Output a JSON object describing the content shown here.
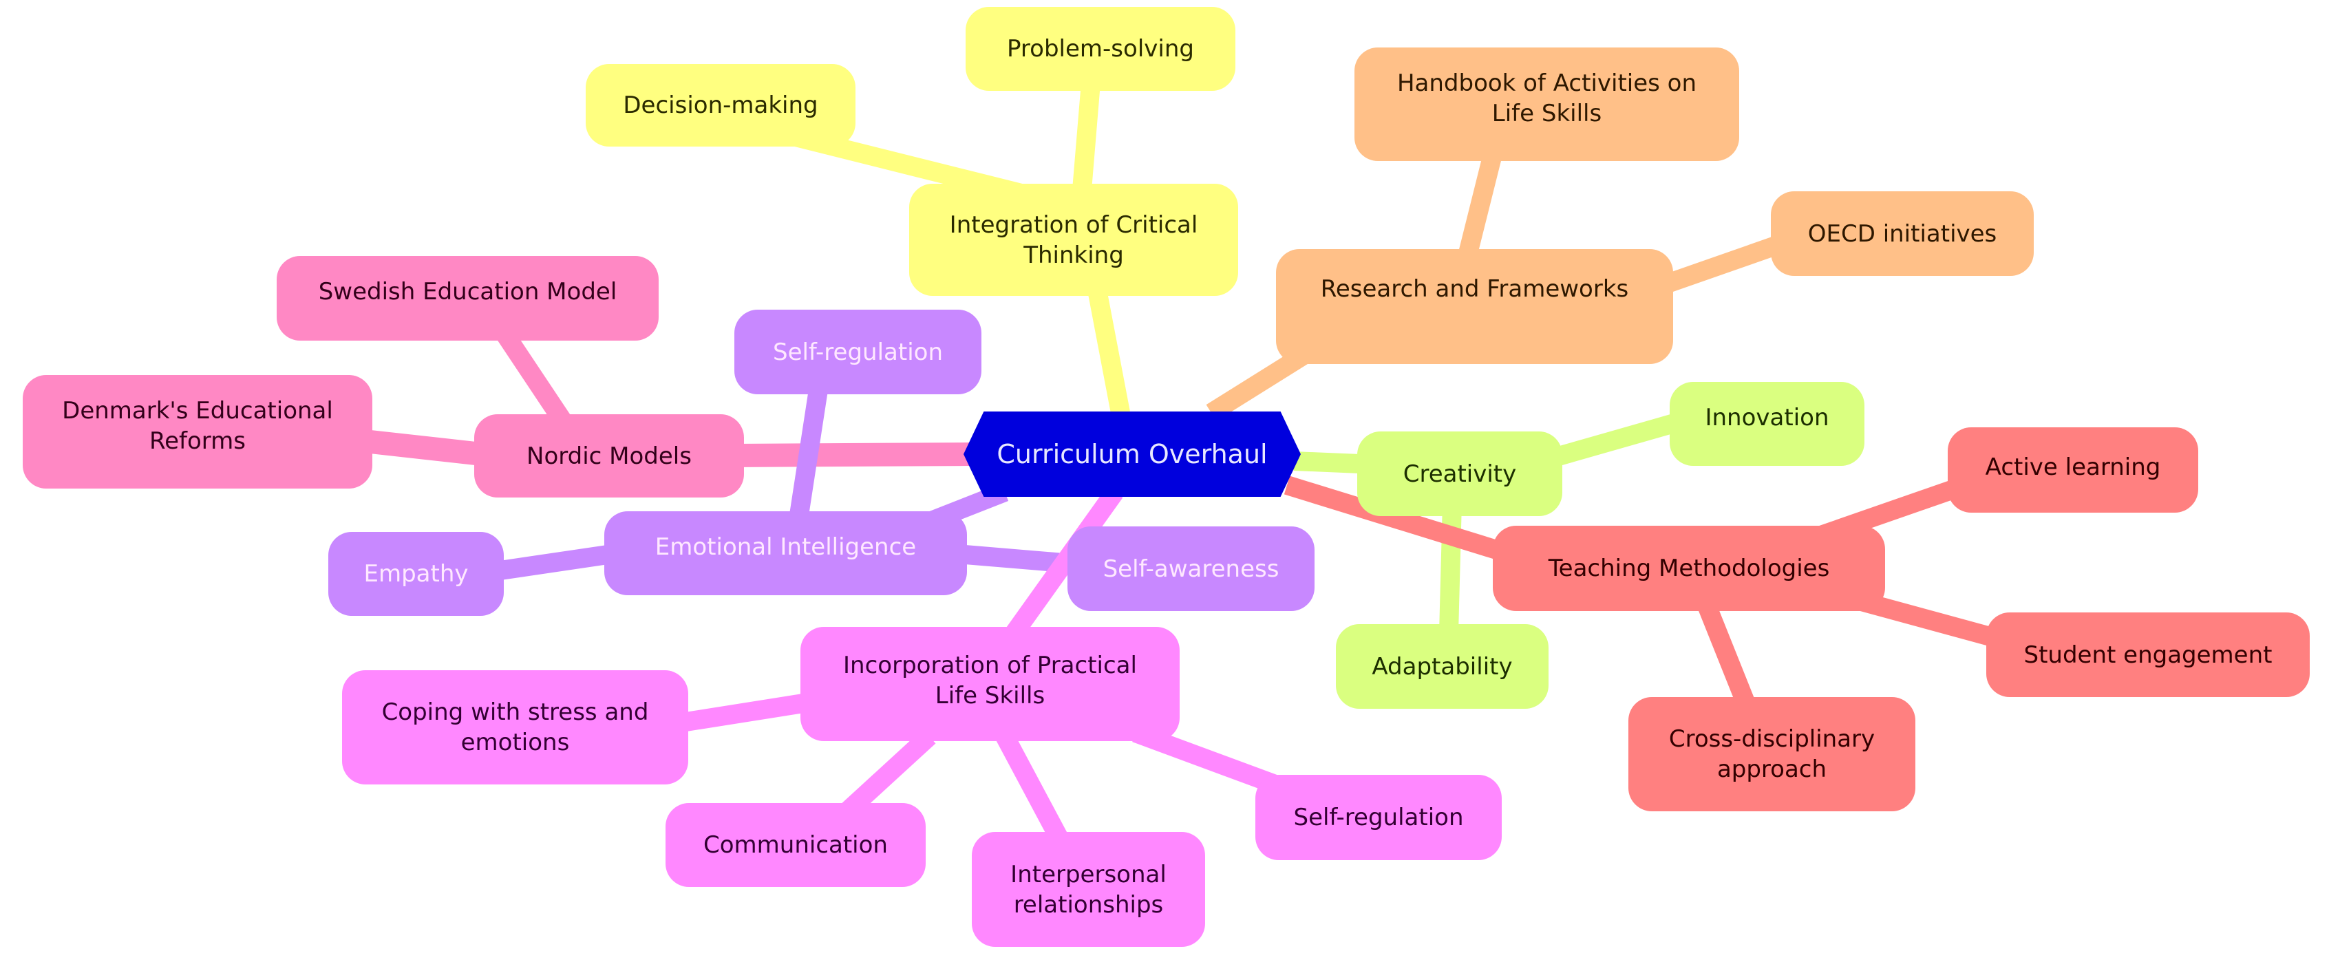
{
  "colors": {
    "root": "#0000DD",
    "critical_thinking": "#FFFF80",
    "research": "#FFC088",
    "creativity": "#DAFF80",
    "teaching": "#FF8080",
    "nordic": "#FF88C4",
    "emotional": "#C888FF",
    "life_skills": "#FF88FF"
  },
  "root": {
    "label": "Curriculum Overhaul"
  },
  "branches": {
    "critical_thinking": {
      "label_line1": "Integration of Critical",
      "label_line2": "Thinking",
      "children": [
        "Decision-making",
        "Problem-solving"
      ]
    },
    "research": {
      "label": "Research and Frameworks",
      "children": [
        "Handbook of Activities on Life Skills",
        "OECD initiatives"
      ],
      "handbook_line1": "Handbook of Activities on",
      "handbook_line2": "Life Skills"
    },
    "creativity": {
      "label": "Creativity",
      "children": [
        "Innovation",
        "Adaptability"
      ]
    },
    "teaching": {
      "label": "Teaching Methodologies",
      "children": [
        "Active learning",
        "Student engagement",
        "Cross-disciplinary approach"
      ],
      "cross_line1": "Cross-disciplinary",
      "cross_line2": "approach"
    },
    "nordic": {
      "label": "Nordic Models",
      "children": [
        "Swedish Education Model",
        "Denmark's Educational Reforms"
      ],
      "denmark_line1": "Denmark's Educational",
      "denmark_line2": "Reforms"
    },
    "emotional": {
      "label": "Emotional Intelligence",
      "children": [
        "Self-regulation",
        "Empathy",
        "Self-awareness"
      ]
    },
    "life_skills": {
      "label_line1": "Incorporation of Practical",
      "label_line2": "Life Skills",
      "children": [
        "Coping with stress and emotions",
        "Communication",
        "Interpersonal relationships",
        "Self-regulation"
      ],
      "coping_line1": "Coping with stress and",
      "coping_line2": "emotions",
      "interpersonal_line1": "Interpersonal",
      "interpersonal_line2": "relationships"
    }
  }
}
